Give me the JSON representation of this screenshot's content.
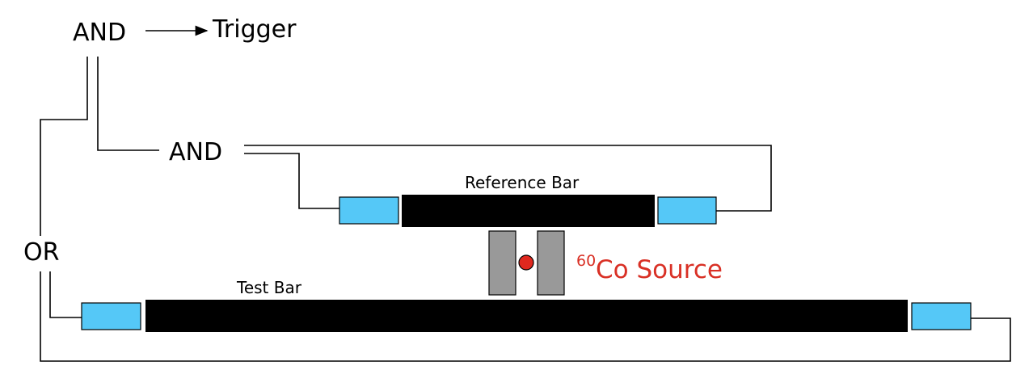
{
  "labels": {
    "and_top": "AND",
    "trigger": "Trigger",
    "and_middle": "AND",
    "or": "OR",
    "reference_bar": "Reference Bar",
    "test_bar": "Test Bar",
    "source_isotope_mass": "60",
    "source_name": "Co Source"
  },
  "colors": {
    "pmt": "#55c8f7",
    "bar": "#000000",
    "shield": "#999999",
    "source": "#e0281e",
    "source_label": "#d93025"
  },
  "icons": {
    "arrow": "arrow-right",
    "source": "red-dot"
  }
}
